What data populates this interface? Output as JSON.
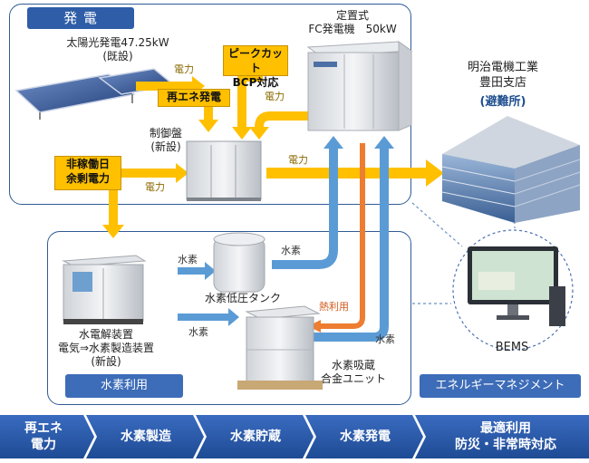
{
  "sections": {
    "generation": "発 電",
    "hydrogen_use": "水素利用",
    "energy_mgmt": "エネルギーマネジメント"
  },
  "solar": {
    "line1": "太陽光発電47.25kW",
    "line2": "(既設)"
  },
  "fc": {
    "line1": "定置式",
    "line2": "FC発電機　50kW"
  },
  "building": {
    "line1": "明治電機工業",
    "line2": "豊田支店",
    "line3": "(避難所)"
  },
  "control": {
    "line1": "制御盤",
    "line2": "(新設)"
  },
  "boxes": {
    "peak": {
      "line1": "ピークカット",
      "line2": "BCP対応"
    },
    "renewable": "再エネ発電",
    "holiday": {
      "line1": "非稼働日",
      "line2": "余剰電力"
    }
  },
  "flow_labels": {
    "power1": "電力",
    "power2": "電力",
    "power3": "電力",
    "power4": "電力",
    "h2_1": "水素",
    "h2_2": "水素",
    "h2_3": "水素",
    "h2_4": "水素",
    "heat": "熱利用"
  },
  "electrolyzer": {
    "line1": "水電解装置",
    "line2": "電気⇒水素製造装置",
    "line3": "(新設)"
  },
  "tank": "水素低圧タンク",
  "alloy": {
    "line1": "水素吸蔵",
    "line2": "合金ユニット"
  },
  "bems": "BEMS",
  "steps": [
    {
      "line1": "再エネ",
      "line2": "電力"
    },
    {
      "line1": "水素製造",
      "line2": ""
    },
    {
      "line1": "水素貯蔵",
      "line2": ""
    },
    {
      "line1": "水素発電",
      "line2": ""
    },
    {
      "line1": "最適利用",
      "line2": "防災・非常時対応"
    }
  ],
  "colors": {
    "power_arrow": "#ffc000",
    "hydrogen_arrow": "#5b9bd5",
    "heat_arrow": "#ed7d31",
    "frame": "#2f5b96",
    "step_bar": "#2a5ba8"
  }
}
